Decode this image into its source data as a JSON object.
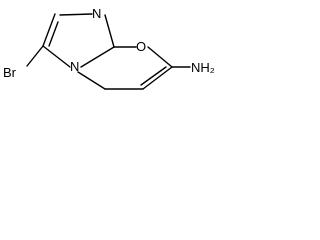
{
  "molecule": {
    "atoms": {
      "n_imidazole": "N",
      "o_ring": "O",
      "n_bridge": "N",
      "substituent_bromo": "Br",
      "substituent_amino": "NH₂"
    }
  }
}
